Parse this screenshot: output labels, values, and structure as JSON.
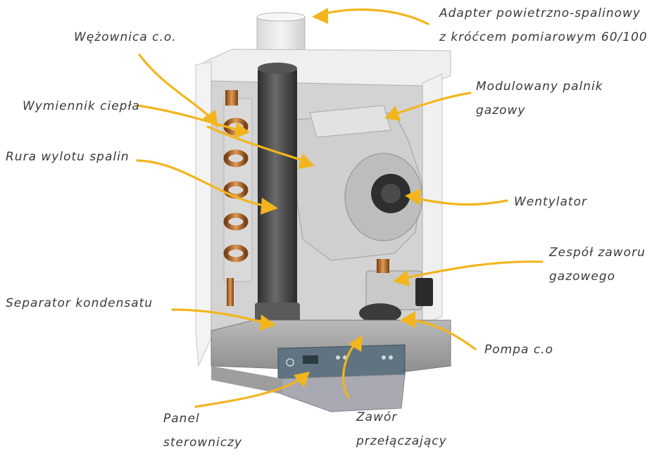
{
  "labels": {
    "adapter_line1": "Adapter powietrzno-spalinowy",
    "adapter_line2": "z króćcem pomiarowym 60/100",
    "wezownica": "Wężownica c.o.",
    "wymiennik": "Wymiennik ciepła",
    "rura": "Rura wylotu spalin",
    "palnik_line1": "Modulowany palnik",
    "palnik_line2": "gazowy",
    "wentylator": "Wentylator",
    "zawor_gaz_line1": "Zespół zaworu",
    "zawor_gaz_line2": "gazowego",
    "separator": "Separator kondensatu",
    "pompa": "Pompa c.o",
    "panel_line1": "Panel",
    "panel_line2": "sterowniczy",
    "przel_line1": "Zawór",
    "przel_line2": "przełączający"
  },
  "colors": {
    "arrow": "#f2b51d",
    "text": "#3a3a3a",
    "casing": "#e9e9e9",
    "copper": "#c8742e",
    "pipe": "#4a4a4a"
  }
}
